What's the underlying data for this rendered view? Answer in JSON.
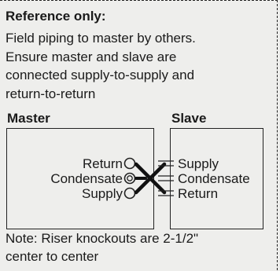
{
  "reference": {
    "heading": "Reference only:",
    "lines": [
      "Field piping to master by others.",
      "Ensure master and slave are",
      "connected supply-to-supply and",
      "return-to-return"
    ]
  },
  "master": {
    "label": "Master",
    "ports": [
      "Return",
      "Condensate",
      "Supply"
    ]
  },
  "slave": {
    "label": "Slave",
    "ports": [
      "Supply",
      "Condensate",
      "Return"
    ]
  },
  "riser_note": {
    "lines": [
      "Note: Riser knockouts are 2-1/2\"",
      "center to center"
    ]
  }
}
